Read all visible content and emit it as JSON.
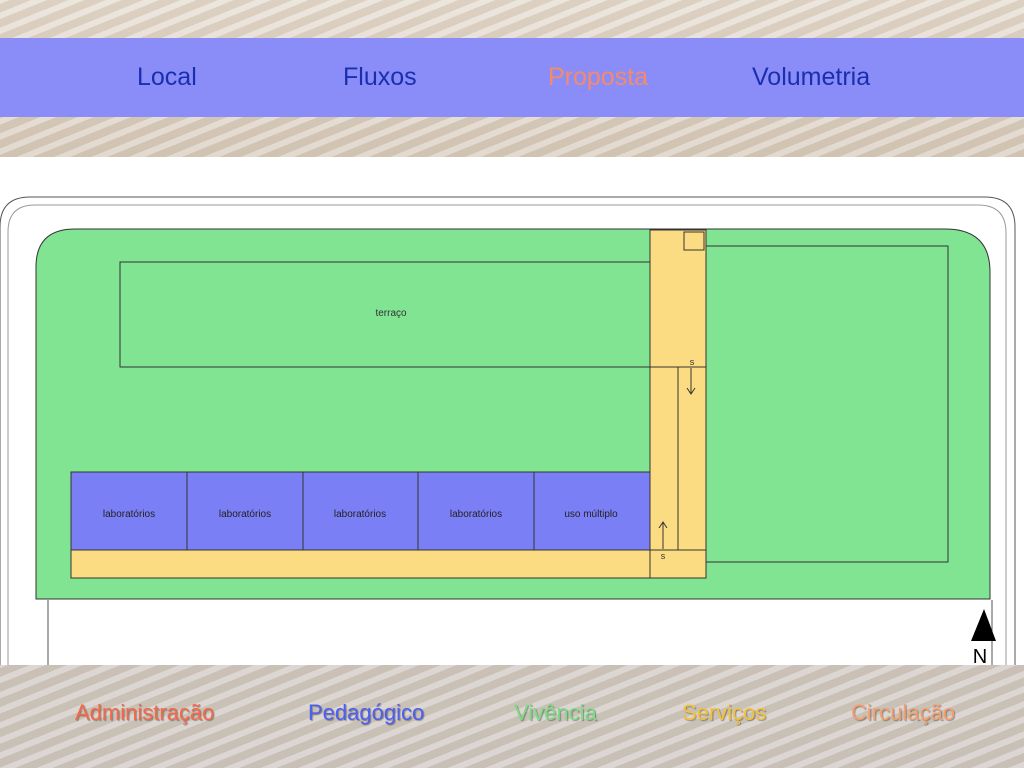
{
  "nav": {
    "items": [
      {
        "label": "Local"
      },
      {
        "label": "Fluxos"
      },
      {
        "label": "Proposta"
      },
      {
        "label": "Volumetria"
      }
    ],
    "active_color": "#f58a6a",
    "color": "#1a2fb0"
  },
  "plan": {
    "terrace_label": "terraço",
    "rooms": [
      {
        "label": "laboratórios"
      },
      {
        "label": "laboratórios"
      },
      {
        "label": "laboratórios"
      },
      {
        "label": "laboratórios"
      },
      {
        "label": "uso múltiplo"
      }
    ],
    "stair_mark_top": "s",
    "stair_mark_bottom": "s",
    "north_label": "N",
    "colors": {
      "green": "#80e493",
      "blue": "#7b7ff5",
      "yellow": "#fcdc82"
    }
  },
  "legend": {
    "items": [
      {
        "label": "Administração",
        "color": "#f4694a"
      },
      {
        "label": "Pedagógico",
        "color": "#4c5ff0"
      },
      {
        "label": "Vivência",
        "color": "#7fdb87"
      },
      {
        "label": "Serviços",
        "color": "#f3c23b"
      },
      {
        "label": "Circulação",
        "color": "#f2a071"
      }
    ]
  }
}
